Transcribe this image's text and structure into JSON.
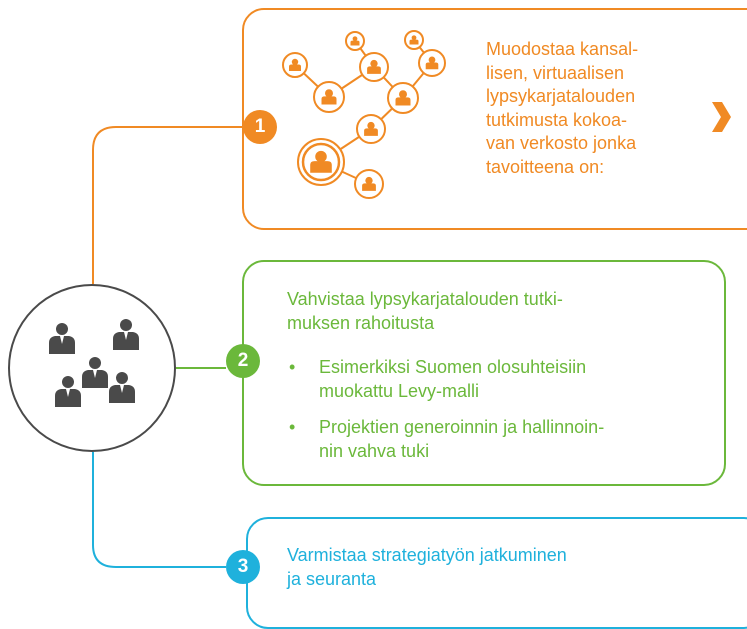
{
  "colors": {
    "orange": "#f08a24",
    "green": "#6bb83b",
    "blue": "#1fb1dc",
    "hub": "#4a4a4a"
  },
  "hub": {
    "icon": "people-group-icon"
  },
  "step1": {
    "number": "1",
    "lines": [
      "Muodostaa  kansal-",
      "lisen, virtuaalisen",
      "lypsykarjatalouden",
      "tutkimusta kokoa-",
      "van verkosto  jonka",
      "tavoitteena on:"
    ],
    "icon": "network-people-icon",
    "arrow_icon": "chevron-right-icon"
  },
  "step2": {
    "number": "2",
    "heading_lines": [
      "Vahvistaa lypsykarjatalouden  tutki-",
      "muksen rahoitusta"
    ],
    "bullets": [
      {
        "lines": [
          "Esimerkiksi Suomen olosuhteisiin",
          "muokattu Levy-malli"
        ]
      },
      {
        "lines": [
          "Projektien generoinnin ja hallinnoin-",
          "nin vahva tuki"
        ]
      }
    ]
  },
  "step3": {
    "number": "3",
    "lines": [
      "Varmistaa strategiatyön jatkuminen",
      "ja seuranta"
    ]
  }
}
